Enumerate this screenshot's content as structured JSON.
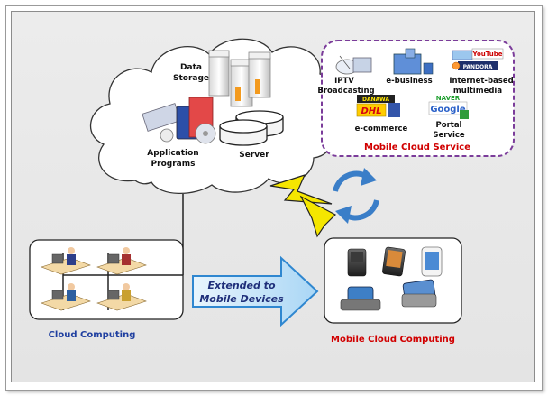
{
  "cloud": {
    "data_storage": [
      "Data",
      "Storage"
    ],
    "application_programs": [
      "Application",
      "Programs"
    ],
    "server": "Server"
  },
  "mobile_service": {
    "title": "Mobile Cloud Service",
    "title_color": "#d10000",
    "border_color": "#7b3c9a",
    "iptv": [
      "IPTV",
      "Broadcasting"
    ],
    "ebusiness": "e-business",
    "internet_multimedia": [
      "Internet-based",
      "multimedia"
    ],
    "ecommerce": "e-commerce",
    "portal": [
      "Portal",
      "Service"
    ],
    "logos": {
      "youtube": "YouTube",
      "pandora": "PANDORA",
      "danawa": "DANAWA",
      "dhl": "DHL",
      "naver": "NAVER",
      "google": "Google"
    }
  },
  "cloud_computing": {
    "label": "Cloud Computing",
    "label_color": "#1f3fa0"
  },
  "arrow": {
    "line1": "Extended to",
    "line2": "Mobile Devices",
    "text_color": "#1f2f7a"
  },
  "mobile_cloud_computing": {
    "label": "Mobile Cloud Computing",
    "label_color": "#d10000"
  },
  "icons": {
    "lightning": "lightning-bolt-icon",
    "sync": "sync-arrows-icon",
    "server": "server-rack-icon",
    "disk": "database-disk-icon"
  },
  "colors": {
    "lightning": "#f5e600",
    "sync": "#3a7ec8",
    "arrow_fill": "#bfe0f7",
    "arrow_stroke": "#2f87d0"
  }
}
